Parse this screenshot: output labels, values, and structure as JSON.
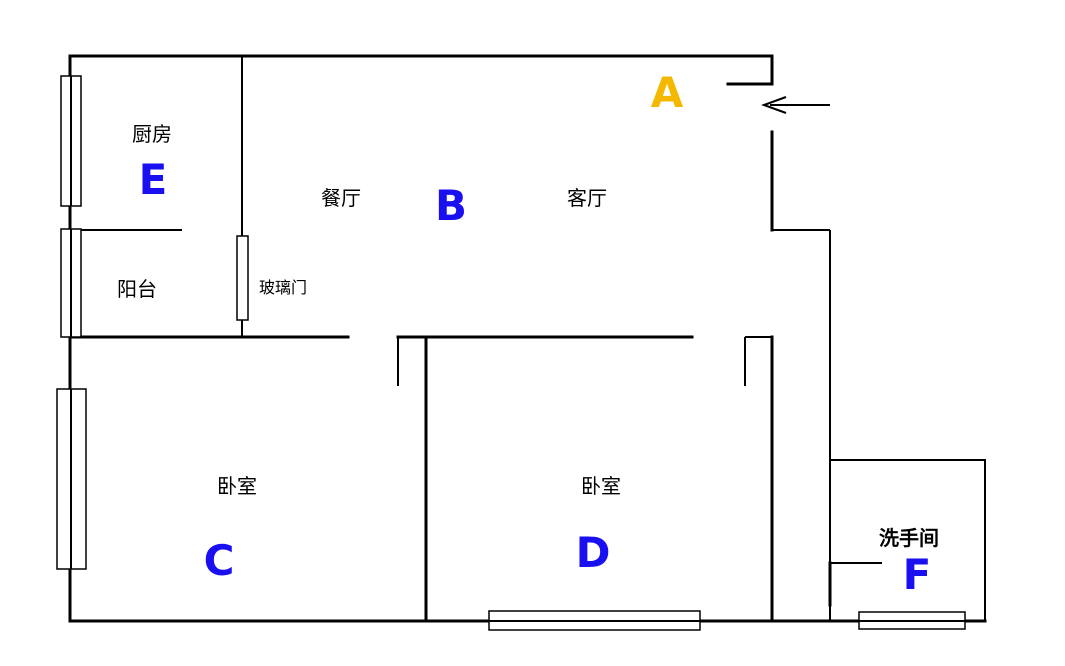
{
  "colors": {
    "letter_blue": "#1a0ff0",
    "letter_yellow": "#f5b800",
    "wall": "#000000"
  },
  "rooms": {
    "kitchen": {
      "name": "厨房",
      "letter": "E"
    },
    "balcony": {
      "name": "阳台"
    },
    "glass_door": {
      "name": "玻璃门"
    },
    "dining": {
      "name": "餐厅"
    },
    "living": {
      "name": "客厅"
    },
    "main_area": {
      "letter": "B"
    },
    "entrance": {
      "letter": "A"
    },
    "bedroom_left": {
      "name": "卧室",
      "letter": "C"
    },
    "bedroom_right": {
      "name": "卧室",
      "letter": "D"
    },
    "bathroom": {
      "name": "洗手间",
      "letter": "F"
    }
  },
  "icons": {
    "entrance_arrow": "arrow-left-icon"
  }
}
